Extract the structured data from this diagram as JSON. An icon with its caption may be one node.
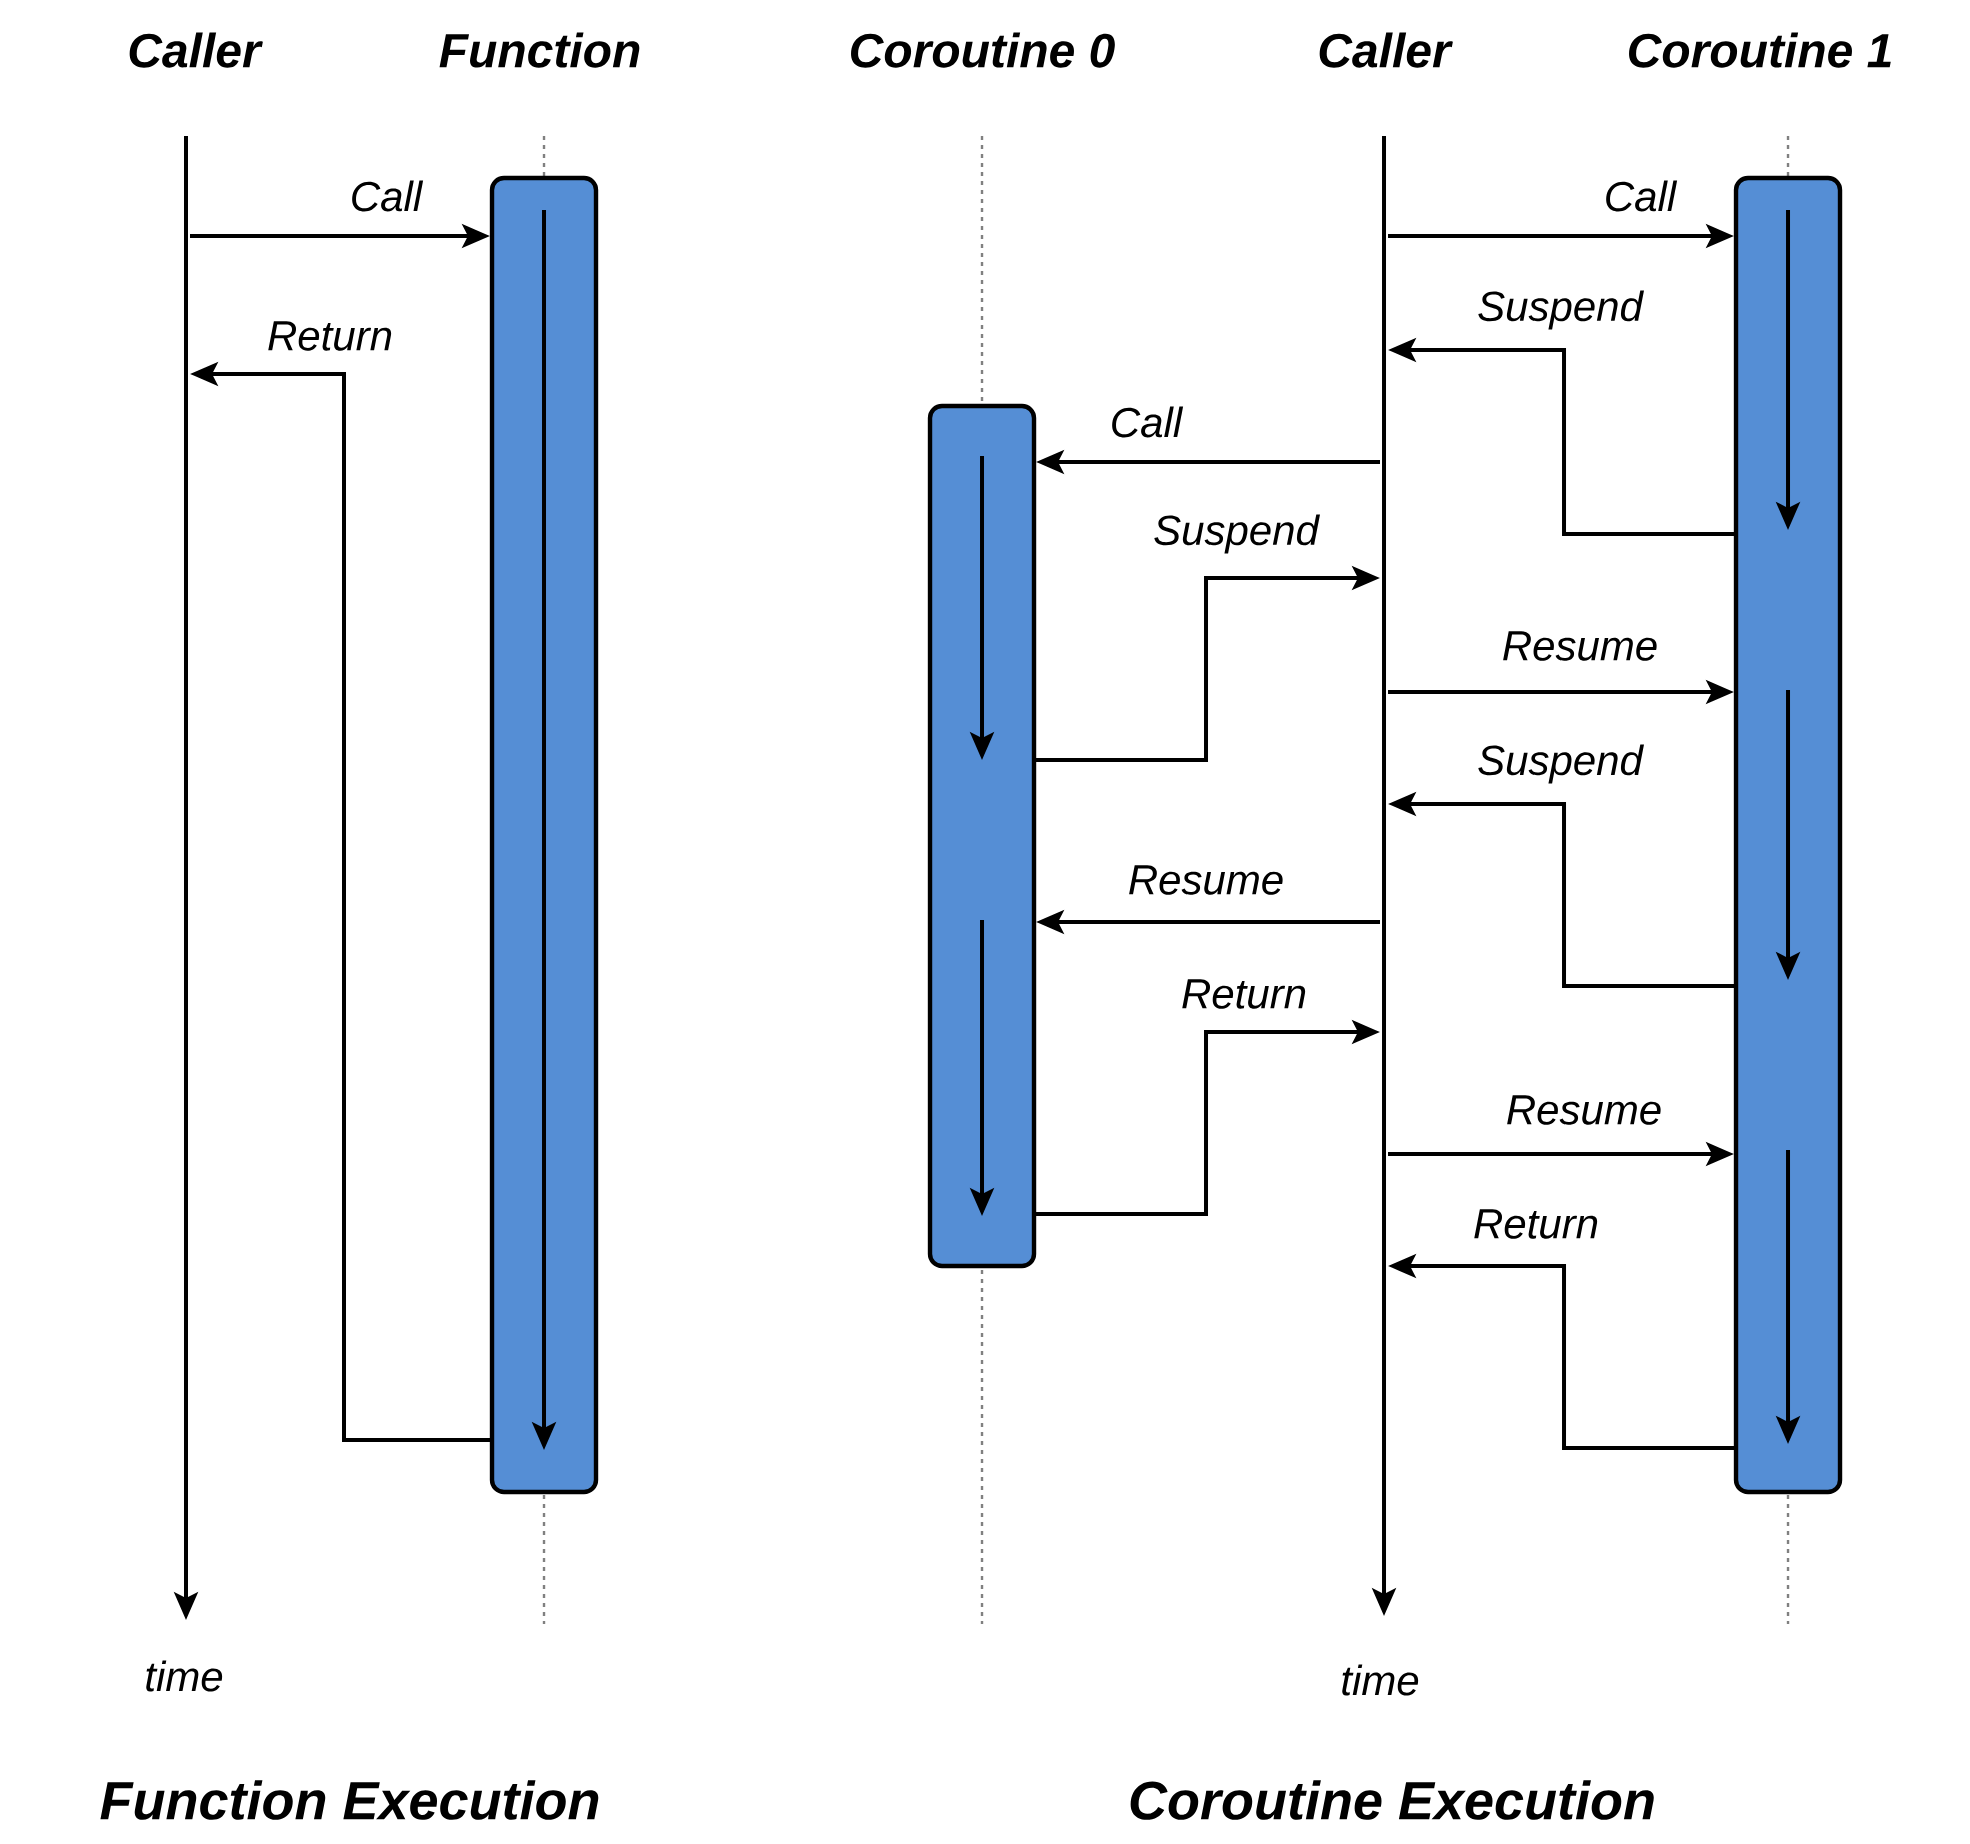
{
  "diagram": {
    "nodes": [
      {
        "text": [
          "Caller"
        ],
        "beside": [
          "time"
        ]
      },
      {
        "text": [
          "Function"
        ]
      },
      {
        "text": [
          "Coroutine 0"
        ]
      },
      {
        "text": [
          "Caller"
        ],
        "beside": [
          "time"
        ]
      },
      {
        "text": [
          "Coroutine 1"
        ]
      }
    ],
    "edges": [
      {
        "from": 0,
        "to": 1,
        "arrow": "to",
        "label": "Call"
      },
      {
        "from": 1,
        "to": 0,
        "arrow": "to",
        "label": "Return"
      },
      {
        "from": 3,
        "to": 4,
        "arrow": "to",
        "label": "Call"
      },
      {
        "from": 4,
        "to": 3,
        "arrow": "to",
        "label": "Suspend"
      },
      {
        "from": 3,
        "to": 2,
        "arrow": "to",
        "label": "Call"
      },
      {
        "from": 2,
        "to": 3,
        "arrow": "to",
        "label": "Suspend"
      },
      {
        "from": 3,
        "to": 4,
        "arrow": "to",
        "label": "Resume"
      },
      {
        "from": 4,
        "to": 3,
        "arrow": "to",
        "label": "Suspend"
      },
      {
        "from": 3,
        "to": 2,
        "arrow": "to",
        "label": "Resume"
      },
      {
        "from": 2,
        "to": 3,
        "arrow": "to",
        "label": "Return"
      },
      {
        "from": 3,
        "to": 4,
        "arrow": "to",
        "label": "Resume"
      },
      {
        "from": 4,
        "to": 3,
        "arrow": "to",
        "label": "Return"
      }
    ],
    "labels": [
      "Function Execution",
      "Coroutine Execution"
    ]
  }
}
